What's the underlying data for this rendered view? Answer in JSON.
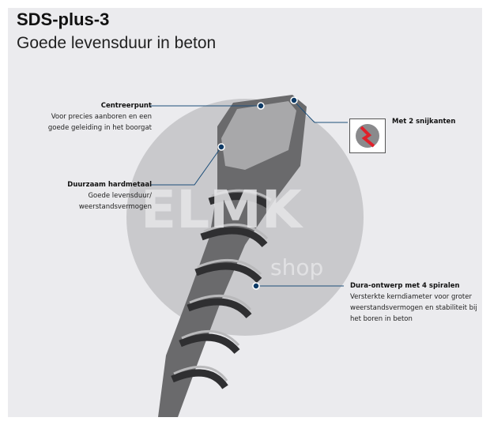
{
  "title": "SDS-plus-3",
  "subtitle": "Goede levensduur in beton",
  "callouts": [
    {
      "heading": "Centreerpunt",
      "lines": [
        "Voor precies aanboren en een",
        "goede geleiding in het boorgat"
      ]
    },
    {
      "heading": "Duurzaam hardmetaal",
      "lines": [
        "Goede levensduur/",
        "weerstandsvermogen"
      ]
    },
    {
      "heading": "Met 2 snijkanten",
      "icon": "cutting-edges-icon"
    },
    {
      "heading": "Dura-ontwerp met 4 spiralen",
      "lines": [
        "Versterkte kerndiameter voor groter",
        "weerstandsvermogen en stabiliteit bij",
        "het boren in beton"
      ]
    }
  ],
  "watermark": "ELMK shop",
  "colors": {
    "accent": "#1d4f7a",
    "background": "#ebebee",
    "cut": "#e0202a"
  }
}
